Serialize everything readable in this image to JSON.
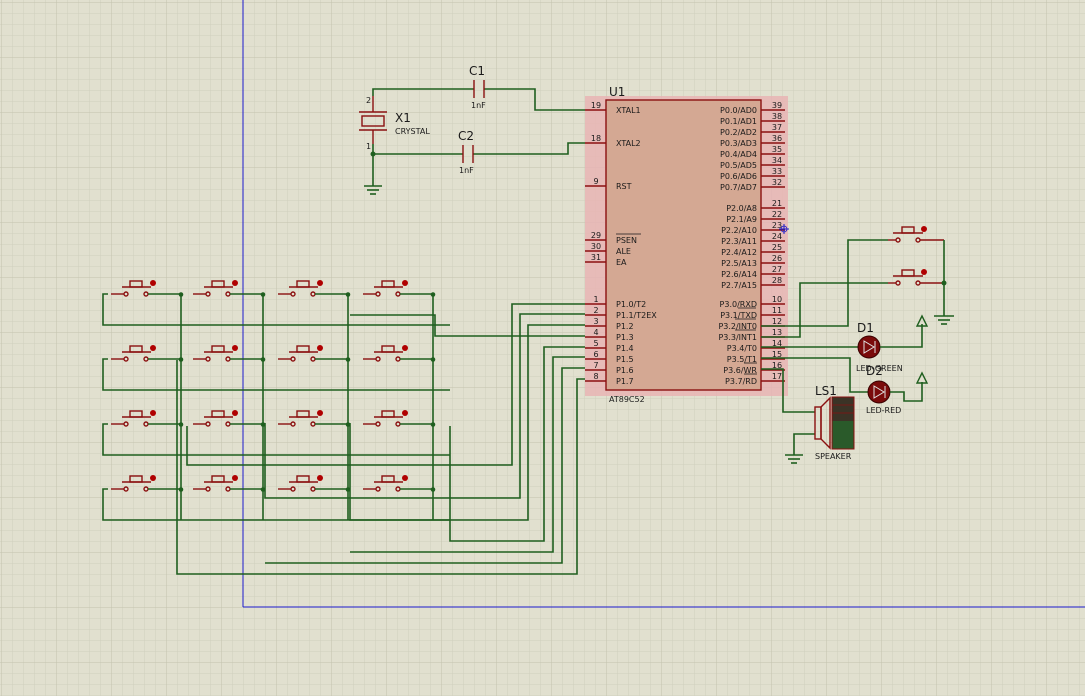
{
  "colors": {
    "background": "#e1e0cf",
    "grid_minor": "#d0cfbd",
    "grid_major": "#c3c2ae",
    "wire": "#1f5f1f",
    "part_outline": "#8b1010",
    "mcu_fill": "#d4a893",
    "mcu_highlight": "#e8b4b4",
    "origin_axis": "#1a1acc",
    "led_fill": "#7a0b0b",
    "speaker_dark": "#3b3326",
    "speaker_green": "#2a5a2a"
  },
  "mcu": {
    "ref": "U1",
    "part": "AT89C52",
    "left_pins": [
      {
        "num": "19",
        "label": "XTAL1"
      },
      {
        "num": "18",
        "label": "XTAL2"
      },
      {
        "num": "9",
        "label": "RST"
      },
      {
        "num": "29",
        "label": "PSEN"
      },
      {
        "num": "30",
        "label": "ALE"
      },
      {
        "num": "31",
        "label": "EA"
      },
      {
        "num": "1",
        "label": "P1.0/T2"
      },
      {
        "num": "2",
        "label": "P1.1/T2EX"
      },
      {
        "num": "3",
        "label": "P1.2"
      },
      {
        "num": "4",
        "label": "P1.3"
      },
      {
        "num": "5",
        "label": "P1.4"
      },
      {
        "num": "6",
        "label": "P1.5"
      },
      {
        "num": "7",
        "label": "P1.6"
      },
      {
        "num": "8",
        "label": "P1.7"
      }
    ],
    "right_pins": [
      {
        "num": "39",
        "label": "P0.0/AD0"
      },
      {
        "num": "38",
        "label": "P0.1/AD1"
      },
      {
        "num": "37",
        "label": "P0.2/AD2"
      },
      {
        "num": "36",
        "label": "P0.3/AD3"
      },
      {
        "num": "35",
        "label": "P0.4/AD4"
      },
      {
        "num": "34",
        "label": "P0.5/AD5"
      },
      {
        "num": "33",
        "label": "P0.6/AD6"
      },
      {
        "num": "32",
        "label": "P0.7/AD7"
      },
      {
        "num": "21",
        "label": "P2.0/A8"
      },
      {
        "num": "22",
        "label": "P2.1/A9"
      },
      {
        "num": "23",
        "label": "P2.2/A10"
      },
      {
        "num": "24",
        "label": "P2.3/A11"
      },
      {
        "num": "25",
        "label": "P2.4/A12"
      },
      {
        "num": "26",
        "label": "P2.5/A13"
      },
      {
        "num": "27",
        "label": "P2.6/A14"
      },
      {
        "num": "28",
        "label": "P2.7/A15"
      },
      {
        "num": "10",
        "label": "P3.0/RXD"
      },
      {
        "num": "11",
        "label": "P3.1/TXD"
      },
      {
        "num": "12",
        "label": "P3.2/INT0"
      },
      {
        "num": "13",
        "label": "P3.3/INT1"
      },
      {
        "num": "14",
        "label": "P3.4/T0"
      },
      {
        "num": "15",
        "label": "P3.5/T1"
      },
      {
        "num": "16",
        "label": "P3.6/WR"
      },
      {
        "num": "17",
        "label": "P3.7/RD"
      }
    ]
  },
  "crystal": {
    "ref": "X1",
    "value": "CRYSTAL",
    "pin1": "1",
    "pin2": "2"
  },
  "cap1": {
    "ref": "C1",
    "value": "1nF"
  },
  "cap2": {
    "ref": "C2",
    "value": "1nF"
  },
  "led1": {
    "ref": "D1",
    "value": "LED-GREEN"
  },
  "led2": {
    "ref": "D2",
    "value": "LED-RED"
  },
  "speaker": {
    "ref": "LS1",
    "value": "SPEAKER"
  },
  "keypad": {
    "rows": 4,
    "cols": 4
  }
}
